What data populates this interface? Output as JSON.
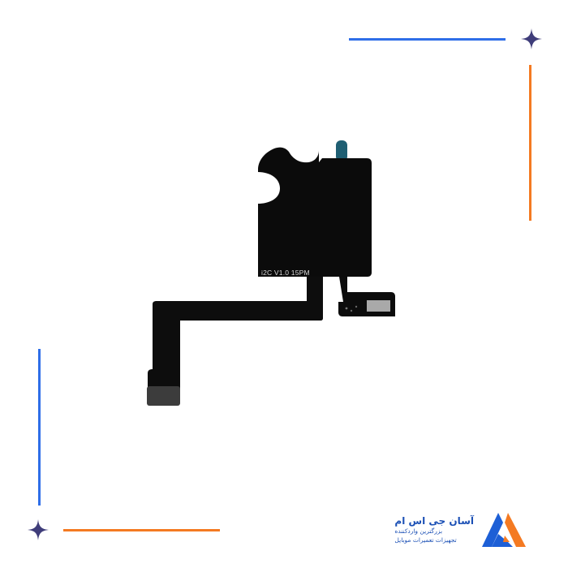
{
  "product": {
    "silkscreen_label": "i2C V1.0 15PM"
  },
  "brand": {
    "name": "آسان جی اس ام",
    "tagline_1": "بزرگترین واردکننده",
    "tagline_2": "تجهیزات تعمیرات موبایل",
    "colors": {
      "blue": "#1d5fd6",
      "orange": "#f47a22"
    }
  },
  "decor": {
    "line_blue": "#2f6ee8",
    "line_orange": "#f47a22",
    "star_color": "#3f3d7a"
  }
}
